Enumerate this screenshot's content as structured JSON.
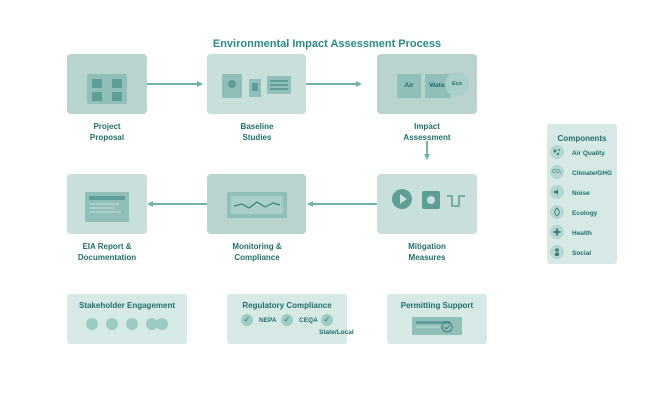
{
  "title": "Environmental Impact Assessment Process",
  "steps": {
    "proposal": "Project\nProposal",
    "baseline": "Baseline\nStudies",
    "impact": "Impact\nAssessment",
    "mitigation": "Mitigation\nMeasures",
    "monitoring": "Monitoring &\nCompliance",
    "report": "EIA Report &\nDocumentation"
  },
  "impact_tiles": {
    "air": "Air",
    "water": "Water",
    "eco": "Eco"
  },
  "panels": {
    "stakeholder": {
      "title": "Stakeholder Engagement"
    },
    "regulatory": {
      "title": "Regulatory Compliance",
      "items": [
        "NEPA",
        "CEQA",
        "State/Local"
      ]
    },
    "permitting": {
      "title": "Permitting Support"
    }
  },
  "legend": {
    "title": "Components",
    "items": [
      {
        "label": "Air Quality",
        "icon": "particles-icon"
      },
      {
        "label": "Climate/GHG",
        "icon": "co2-icon",
        "glyph": "CO₂"
      },
      {
        "label": "Noise",
        "icon": "speaker-icon"
      },
      {
        "label": "Ecology",
        "icon": "leaf-icon"
      },
      {
        "label": "Health",
        "icon": "health-cross-icon"
      },
      {
        "label": "Social",
        "icon": "people-icon"
      }
    ]
  },
  "colors": {
    "accent": "#2a8a84",
    "box": "#c8dfdc",
    "arrow": "#6fb3aa",
    "panel": "#d7e9e6"
  }
}
